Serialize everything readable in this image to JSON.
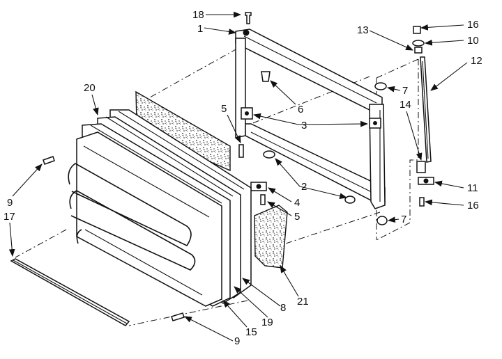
{
  "diagram": {
    "title": "",
    "callouts": [
      {
        "id": "18",
        "text": "18"
      },
      {
        "id": "1",
        "text": "1"
      },
      {
        "id": "6",
        "text": "6"
      },
      {
        "id": "3",
        "text": "3"
      },
      {
        "id": "5a",
        "text": "5"
      },
      {
        "id": "20",
        "text": "20"
      },
      {
        "id": "2",
        "text": "2"
      },
      {
        "id": "4",
        "text": "4"
      },
      {
        "id": "5b",
        "text": "5"
      },
      {
        "id": "9a",
        "text": "9"
      },
      {
        "id": "17",
        "text": "17"
      },
      {
        "id": "8",
        "text": "8"
      },
      {
        "id": "21",
        "text": "21"
      },
      {
        "id": "19",
        "text": "19"
      },
      {
        "id": "15",
        "text": "15"
      },
      {
        "id": "9b",
        "text": "9"
      },
      {
        "id": "13",
        "text": "13"
      },
      {
        "id": "16a",
        "text": "16"
      },
      {
        "id": "10",
        "text": "10"
      },
      {
        "id": "12",
        "text": "12"
      },
      {
        "id": "7a",
        "text": "7"
      },
      {
        "id": "14",
        "text": "14"
      },
      {
        "id": "11",
        "text": "11"
      },
      {
        "id": "16b",
        "text": "16"
      },
      {
        "id": "7b",
        "text": "7"
      }
    ]
  }
}
